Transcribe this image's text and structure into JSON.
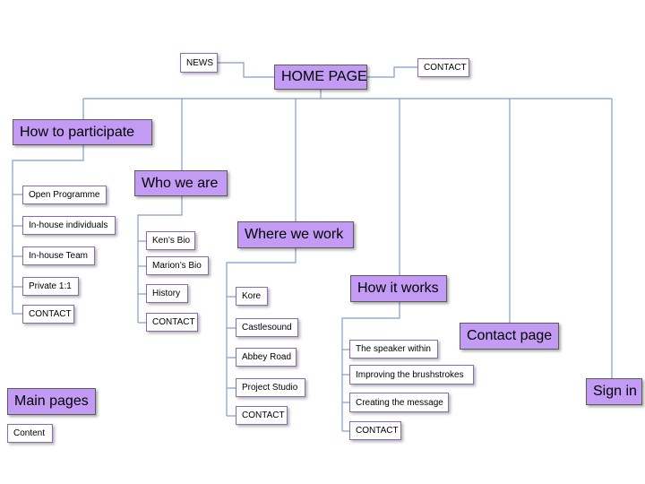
{
  "top": {
    "news": "NEWS",
    "home": "HOME PAGE",
    "contact": "CONTACT"
  },
  "participate": {
    "title": "How to participate",
    "items": [
      "Open Programme",
      "In-house individuals",
      "In-house Team",
      "Private 1:1",
      "CONTACT"
    ]
  },
  "who": {
    "title": "Who we are",
    "items": [
      "Ken’s Bio",
      "Marion’s Bio",
      "History",
      "CONTACT"
    ]
  },
  "where": {
    "title": "Where we work",
    "items": [
      "Kore",
      "Castlesound",
      "Abbey Road",
      "Project Studio",
      "CONTACT"
    ]
  },
  "how": {
    "title": "How it works",
    "items": [
      "The speaker within",
      "Improving the brushstrokes",
      "Creating the message",
      "CONTACT"
    ]
  },
  "contact_page": {
    "title": "Contact page"
  },
  "sign_in": {
    "title": "Sign in"
  },
  "legend": {
    "main": "Main pages",
    "content": "Content"
  },
  "colors": {
    "main_fill": "#c39bf5",
    "connector": "#7f9cc9",
    "sub_border": "#8a6bb0"
  }
}
